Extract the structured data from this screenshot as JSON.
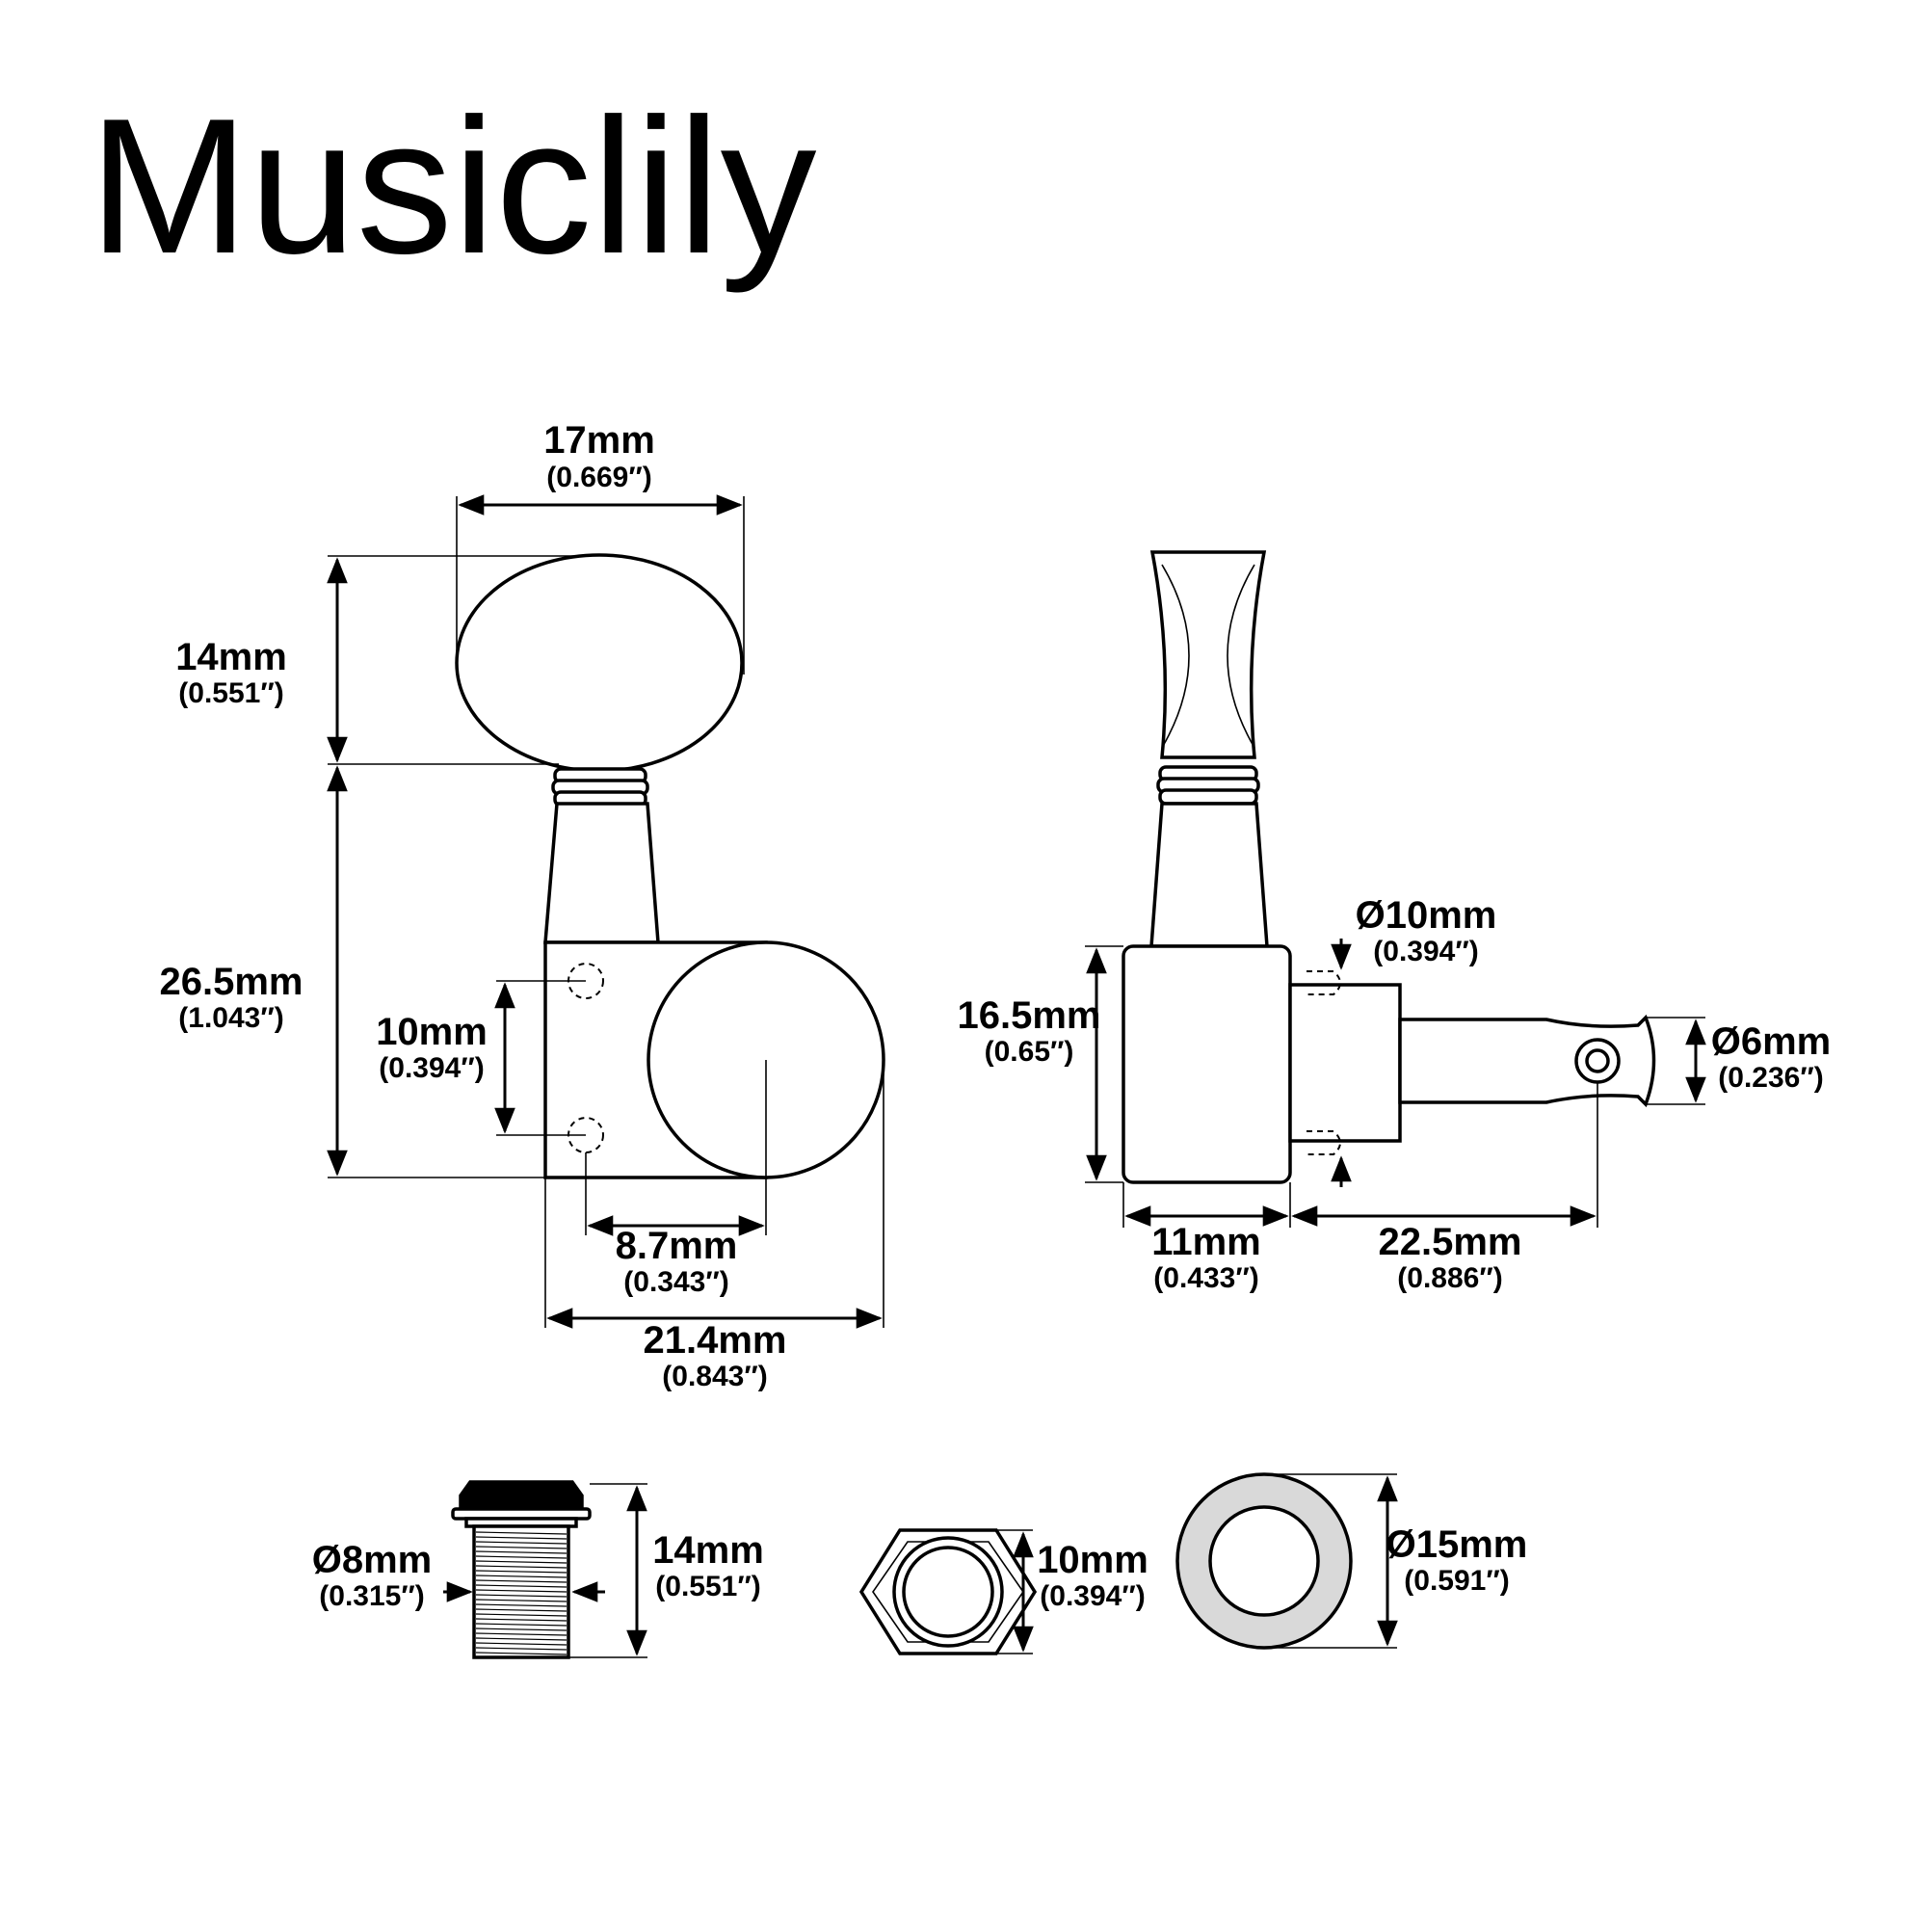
{
  "brand": "Musiclily",
  "dimensions": {
    "knob_width": {
      "mm": "17mm",
      "in": "(0.669″)"
    },
    "knob_height": {
      "mm": "14mm",
      "in": "(0.551″)"
    },
    "post_height": {
      "mm": "26.5mm",
      "in": "(1.043″)"
    },
    "hole_spacing": {
      "mm": "10mm",
      "in": "(0.394″)"
    },
    "hole_offset": {
      "mm": "8.7mm",
      "in": "(0.343″)"
    },
    "housing_width": {
      "mm": "21.4mm",
      "in": "(0.843″)"
    },
    "side_height": {
      "mm": "16.5mm",
      "in": "(0.65″)"
    },
    "bushing_dia": {
      "mm": "Ø10mm",
      "in": "(0.394″)"
    },
    "post_dia": {
      "mm": "Ø6mm",
      "in": "(0.236″)"
    },
    "housing_depth": {
      "mm": "11mm",
      "in": "(0.433″)"
    },
    "post_length": {
      "mm": "22.5mm",
      "in": "(0.886″)"
    },
    "ferrule_dia": {
      "mm": "Ø8mm",
      "in": "(0.315″)"
    },
    "ferrule_height": {
      "mm": "14mm",
      "in": "(0.551″)"
    },
    "hex_nut": {
      "mm": "10mm",
      "in": "(0.394″)"
    },
    "washer_dia": {
      "mm": "Ø15mm",
      "in": "(0.591″)"
    }
  }
}
